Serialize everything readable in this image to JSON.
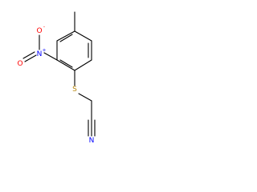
{
  "molecule": {
    "atoms": {
      "nitrogen_nitro": {
        "symbol": "N",
        "charge": "+",
        "color": "#0000ff"
      },
      "oxygen_top": {
        "symbol": "O",
        "charge": "-",
        "color": "#ff0000"
      },
      "oxygen_double": {
        "symbol": "O",
        "color": "#ff0000"
      },
      "sulfur": {
        "symbol": "S",
        "color": "#b8860b"
      },
      "nitrogen_nitrile": {
        "symbol": "N",
        "color": "#0000ff"
      }
    },
    "colors": {
      "bond": "#000000",
      "carbon": "#000000"
    }
  }
}
